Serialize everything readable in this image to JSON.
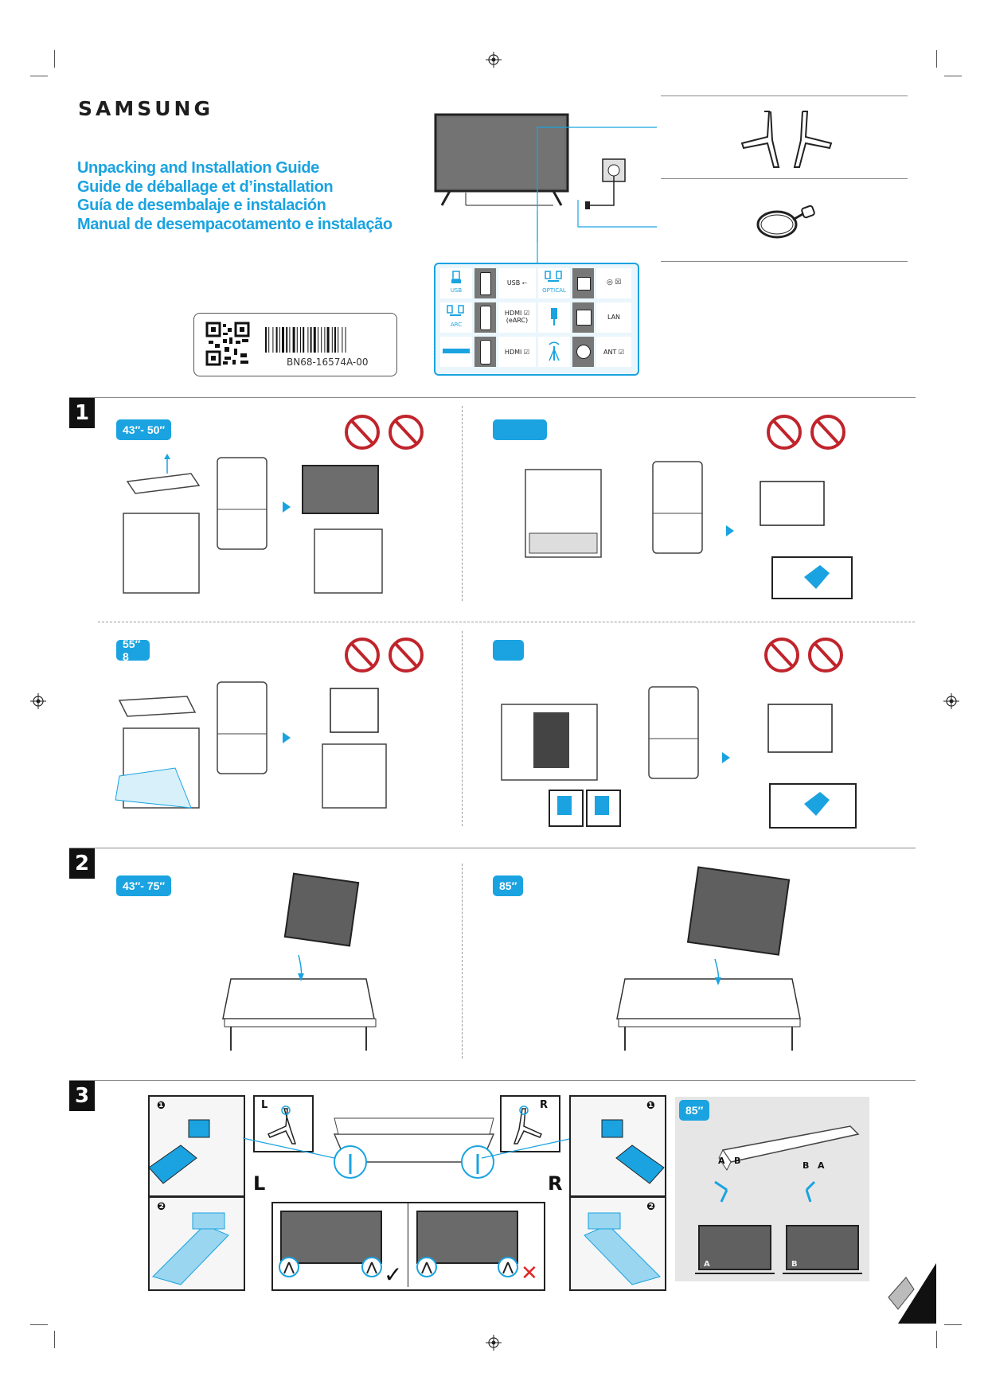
{
  "brand": "SAMSUNG",
  "titles": [
    "Unpacking and Installation Guide",
    "Guide de déballage et d’installation",
    "Guía de desembalaje e instalación",
    "Manual de desempacotamento e instalação"
  ],
  "barcode_code": "BN68-16574A-00",
  "ports": {
    "usb_icon": "USB",
    "usb": "USB ⭠",
    "optical_icon": "OPTICAL",
    "hdmi_earc": "HDMI ☑\n(eARC)",
    "arc_icon": "ARC",
    "lan": "LAN",
    "hdmi": "HDMI ☑",
    "ant": "ANT ☑"
  },
  "sections": {
    "s1": "1",
    "s2": "2",
    "s3": "3"
  },
  "step1": {
    "size_a": "43″- 50″",
    "size_c": "55″ 8"
  },
  "step2": {
    "size_a": "43″- 75″",
    "size_b": "85″"
  },
  "step3": {
    "left_label": "L",
    "right_label": "R",
    "big_left": "L",
    "big_right": "R",
    "num1": "❶",
    "num2": "❷",
    "size_85": "85″",
    "a": "A",
    "b": "B",
    "check": "✓",
    "cross": "✕"
  },
  "colors": {
    "accent": "#1aa3e0",
    "text": "#222222"
  }
}
